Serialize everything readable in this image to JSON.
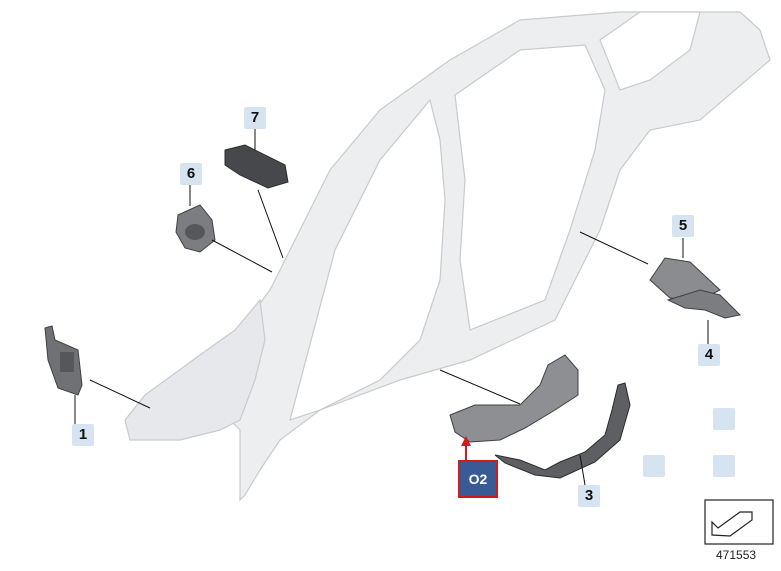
{
  "callouts": [
    {
      "id": "1",
      "label": "1"
    },
    {
      "id": "3",
      "label": "3"
    },
    {
      "id": "4",
      "label": "4"
    },
    {
      "id": "5",
      "label": "5"
    },
    {
      "id": "6",
      "label": "6"
    },
    {
      "id": "7",
      "label": "7"
    }
  ],
  "highlight": {
    "label": "O2",
    "color": "#d11a1a"
  },
  "reference_number": "471553",
  "colors": {
    "body": "#e9eaec",
    "body_stroke": "#c9cbce",
    "part": "#7d7f82",
    "part_dark": "#4a4c4f",
    "callout_bg": "#d6e3f1",
    "leader": "#111111"
  },
  "icons": [
    "arrow-icon"
  ]
}
